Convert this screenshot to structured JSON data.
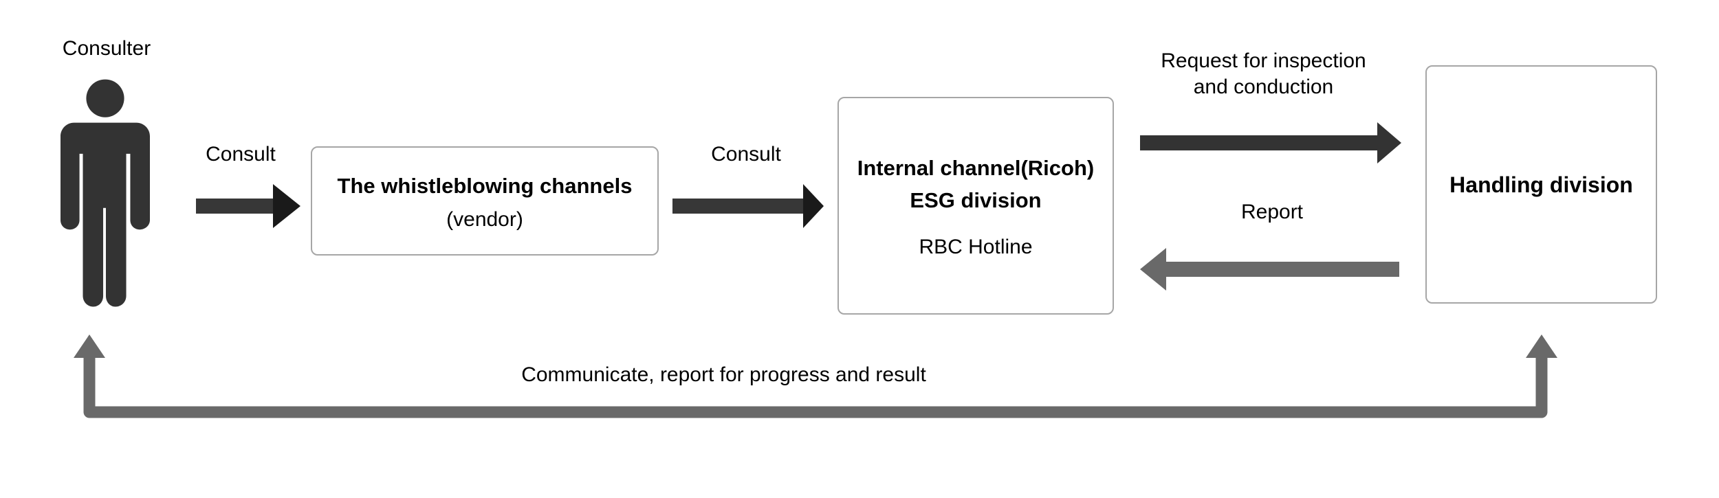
{
  "diagram": {
    "consulter_label": "Consulter",
    "arrows": {
      "consult1_label": "Consult",
      "consult2_label": "Consult",
      "request_label_line1": "Request for inspection",
      "request_label_line2": "and conduction",
      "report_label": "Report",
      "feedback_label": "Communicate, report for progress and result"
    },
    "boxes": {
      "whistleblowing": {
        "title": "The whistleblowing channels",
        "subtitle": "(vendor)"
      },
      "internal": {
        "title_line1": "Internal channel(Ricoh)",
        "title_line2": "ESG division",
        "subtitle": "RBC Hotline"
      },
      "handling": {
        "title": "Handling division"
      }
    },
    "colors": {
      "person_icon": "#333333",
      "dark_arrow_shaft": "#373737",
      "dark_arrow_head": "#1a1a1a",
      "request_arrow": "#333333",
      "gray_arrow": "#696969",
      "box_border": "#a6a6a6",
      "text": "#000000"
    }
  }
}
